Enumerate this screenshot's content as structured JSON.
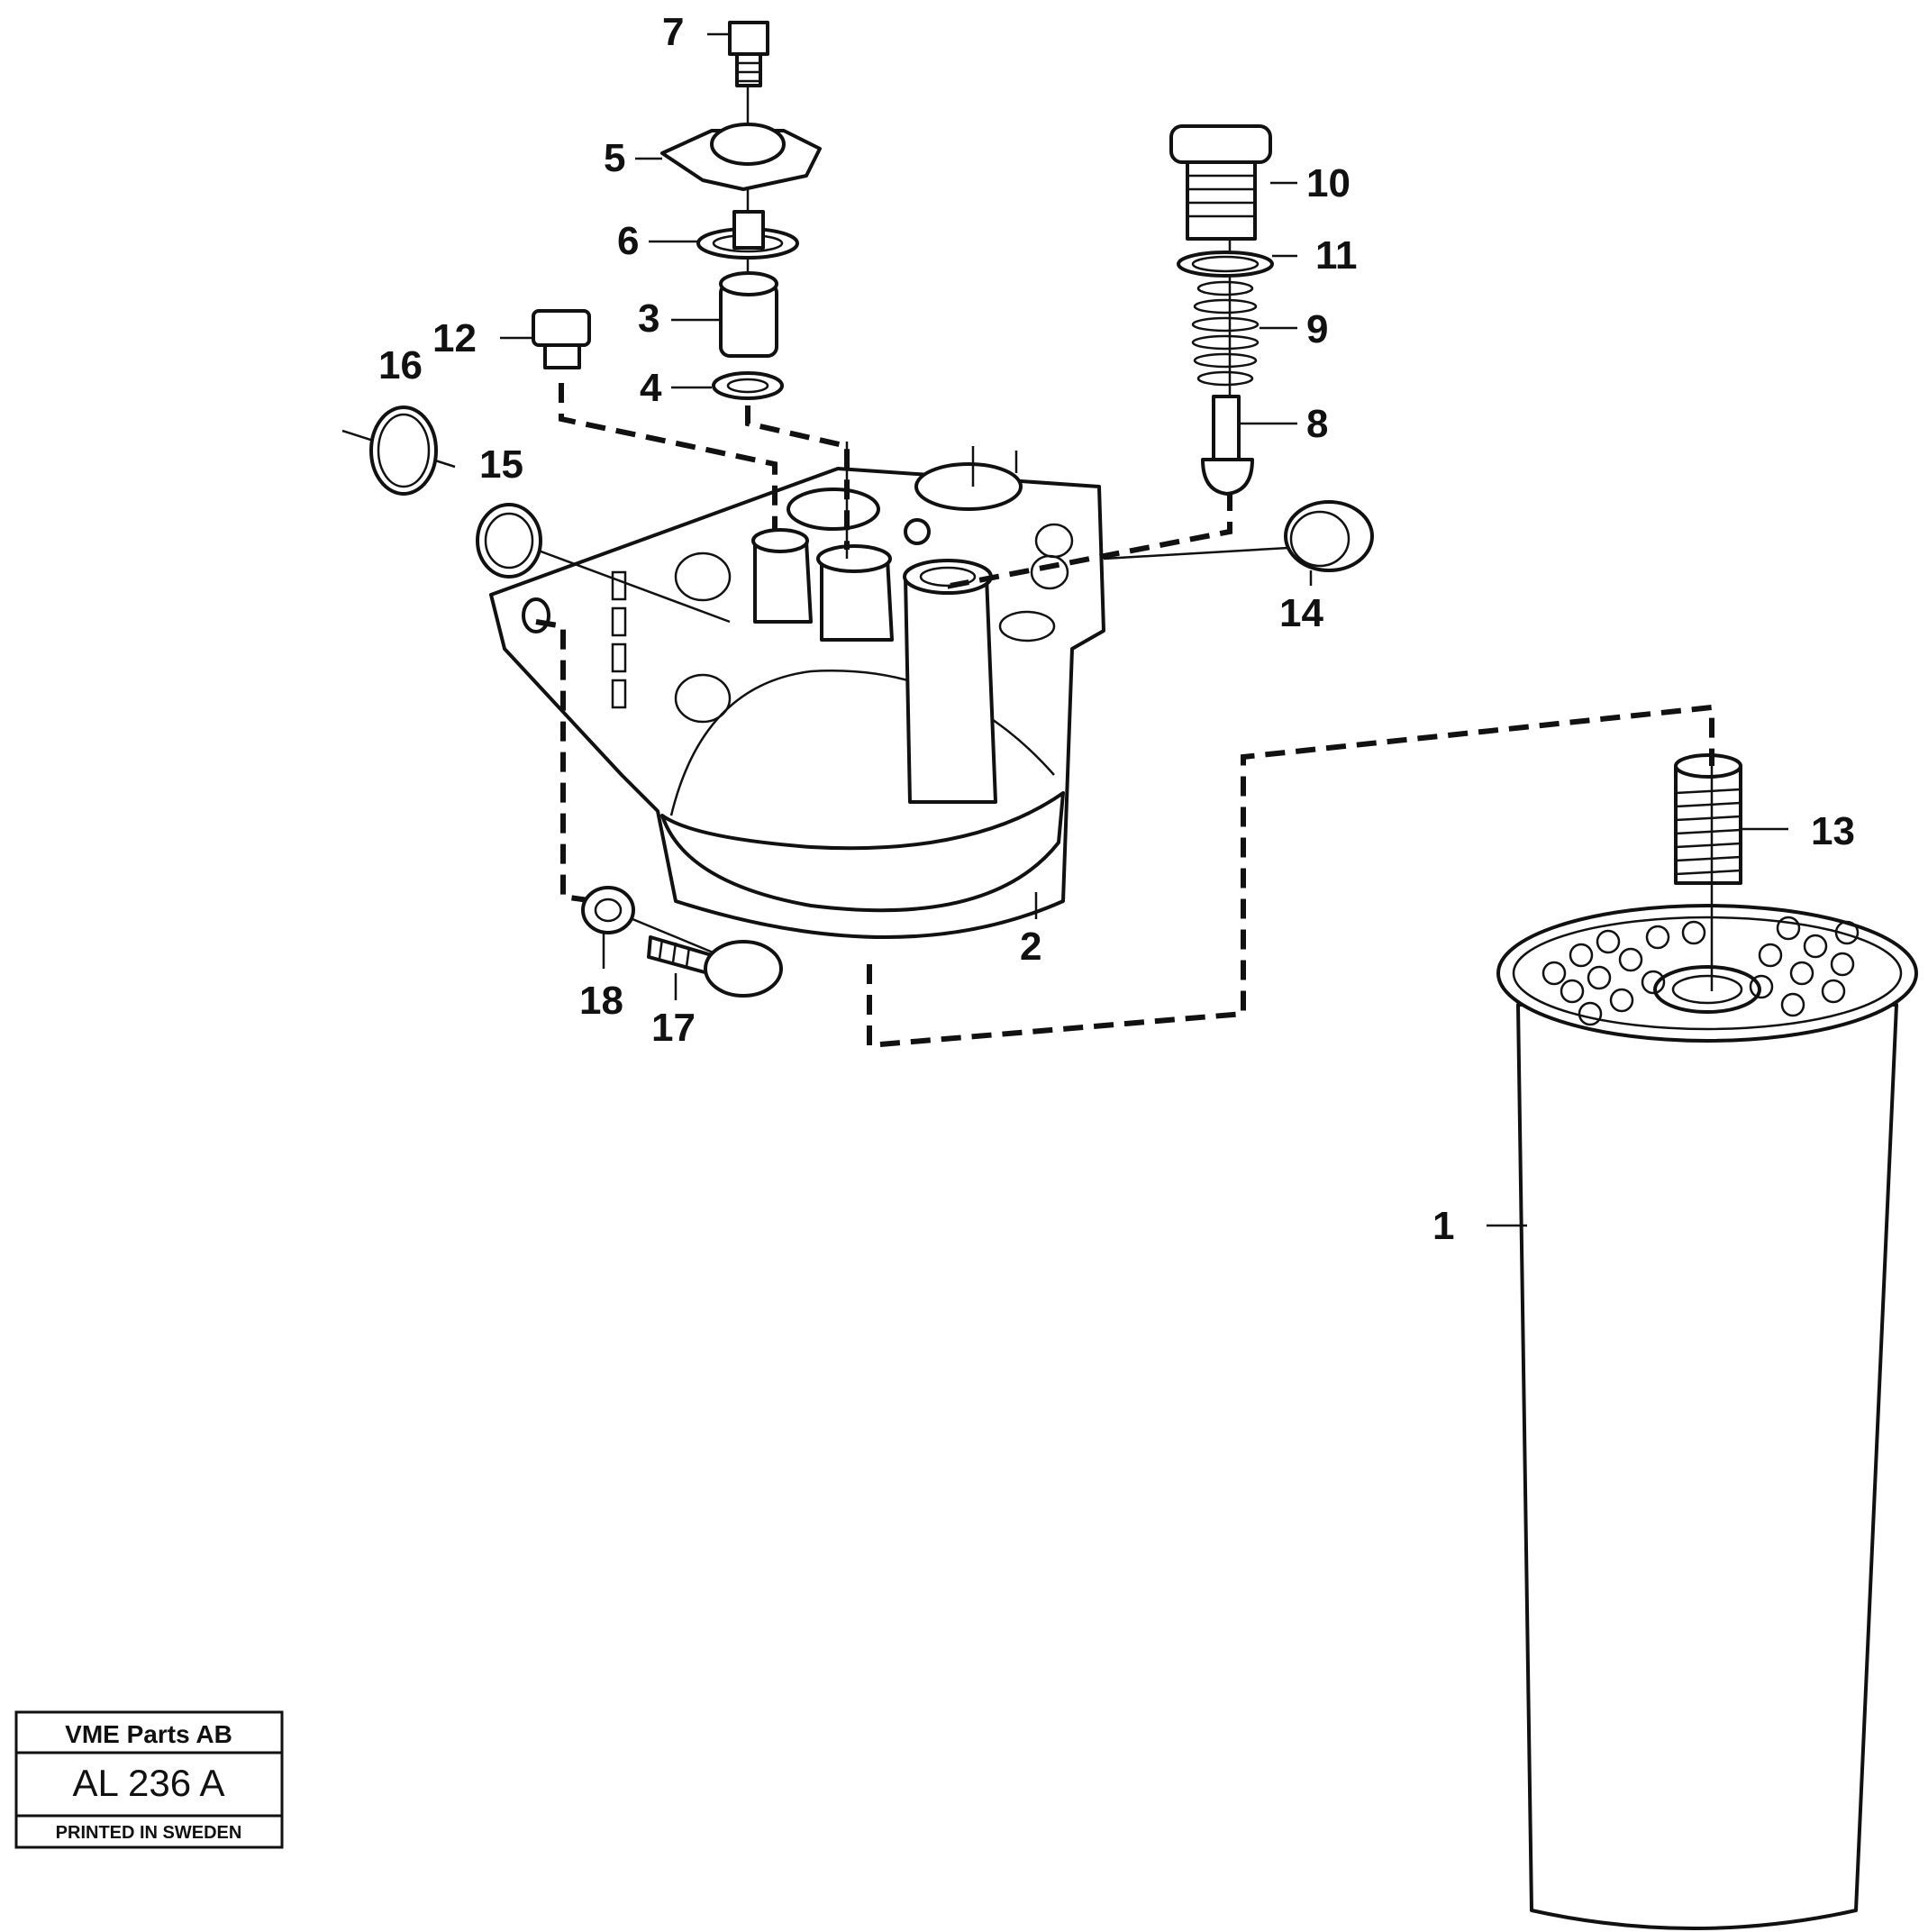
{
  "parts": [
    {
      "number": "1"
    },
    {
      "number": "2"
    },
    {
      "number": "3"
    },
    {
      "number": "4"
    },
    {
      "number": "5"
    },
    {
      "number": "6"
    },
    {
      "number": "7"
    },
    {
      "number": "8"
    },
    {
      "number": "9"
    },
    {
      "number": "10"
    },
    {
      "number": "11"
    },
    {
      "number": "12"
    },
    {
      "number": "13"
    },
    {
      "number": "14"
    },
    {
      "number": "15"
    },
    {
      "number": "16"
    },
    {
      "number": "17"
    },
    {
      "number": "18"
    }
  ],
  "title_block": {
    "company": "VME Parts AB",
    "drawing_code": "AL 236 A",
    "printed": "PRINTED IN SWEDEN"
  }
}
